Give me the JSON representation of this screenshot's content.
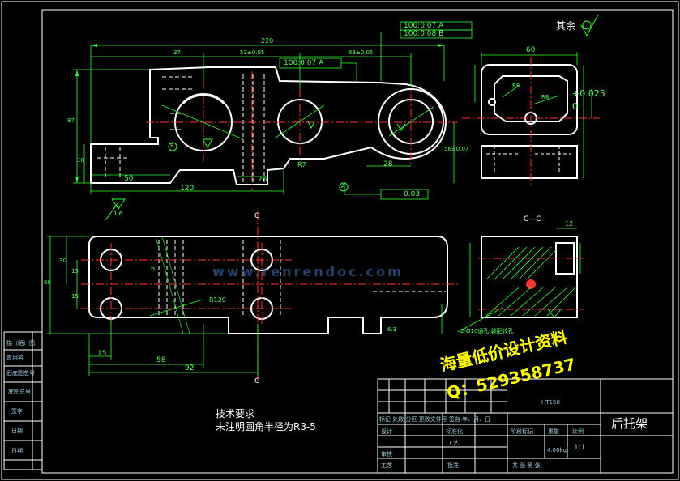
{
  "header": {
    "rest_finish": "其余"
  },
  "dims_top": {
    "overall": "220",
    "d37": "37",
    "d53": "53±0.05",
    "d63": "63±0.05",
    "tol1": "100:0.07",
    "ref1": "A",
    "tol2": "100:0.08",
    "ref2": "B",
    "tol3": "100:0.07",
    "ref3": "A",
    "flat": "0.03"
  },
  "dims_front": {
    "h97": "97",
    "h18": "18",
    "w50": "50",
    "w120": "120",
    "w26": "26",
    "w28": "28",
    "r7": "R7",
    "h56": "56±0.07",
    "ra": "1.6",
    "datum_b": "B",
    "datum_a": "A"
  },
  "dims_side": {
    "w60": "60",
    "t025": "+0.025",
    "t0": "0",
    "r8a": "R8",
    "r8b": "R8"
  },
  "section": {
    "title": "C—C",
    "w12": "12",
    "note": "2-Ø10通孔 装配铰孔"
  },
  "dims_bottom": {
    "h60": "60",
    "h30": "30",
    "h15": "15",
    "v15": "15",
    "w15": "15",
    "w58": "58",
    "w92": "92",
    "r120": "R120",
    "w6": "6",
    "c1": "C",
    "c2": "C",
    "ra2": "6.3"
  },
  "notes": {
    "title": "技术要求",
    "line1": "未注明圆角半径为R3-5"
  },
  "left_strip": [
    "描（晒）图",
    "曾用名",
    "旧底图总号",
    "底图总号",
    "签字",
    "日期",
    "日期"
  ],
  "title_block": {
    "material": "HT150",
    "part_name": "后托架",
    "row_labels": [
      "标记",
      "处数",
      "分区",
      "更改文件号",
      "签名",
      "年、月、日"
    ],
    "design": "设计",
    "standard": "标准化",
    "check": "审核",
    "craft": "工艺",
    "process": "工艺",
    "approve": "批准",
    "stage": "阶段标记",
    "weight_label": "重量",
    "scale_label": "比例",
    "weight": "4.00kg",
    "scale": "1:1",
    "sheets": "共  张   第  张"
  },
  "watermarks": {
    "site": "www.renrendoc.com",
    "ad1": "海量低价设计资料",
    "ad2": "Q：529358737"
  }
}
